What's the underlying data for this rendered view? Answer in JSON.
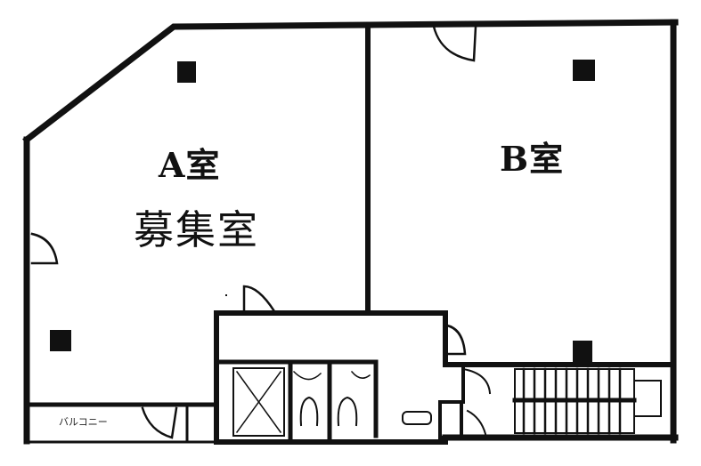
{
  "floor_plan": {
    "rooms": [
      {
        "id": "A",
        "label": "A室",
        "status": "募集室"
      },
      {
        "id": "B",
        "label": "B室"
      }
    ],
    "balcony_label": "バルコニー",
    "colors": {
      "wall": "#111111",
      "background": "#ffffff"
    },
    "fixtures": [
      "elevator",
      "toilet-1",
      "toilet-2",
      "sink",
      "meter-box",
      "stairs"
    ]
  }
}
